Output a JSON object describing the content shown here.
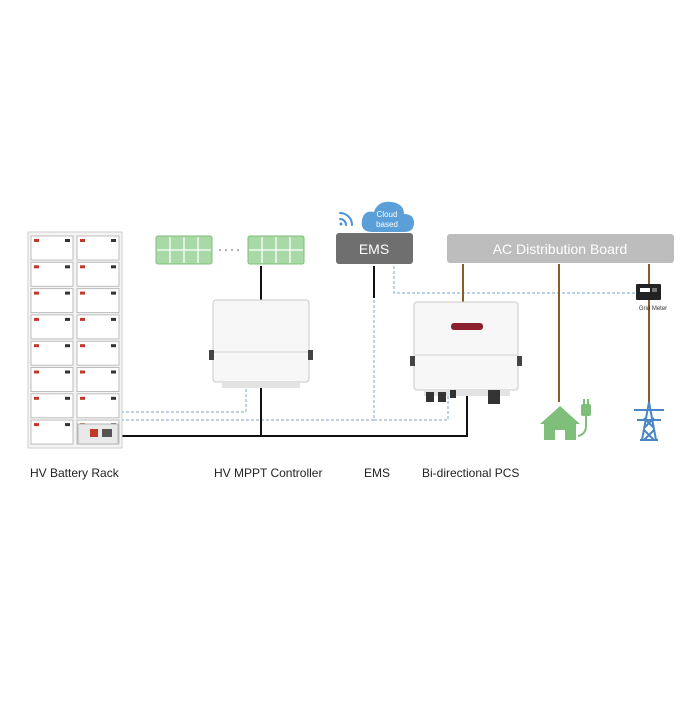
{
  "cloud": {
    "line1": "Cloud",
    "line2": "based"
  },
  "ems_box": {
    "label": "EMS"
  },
  "ac_board": {
    "label": "AC Distribution Board"
  },
  "grid_meter": {
    "label": "Grid Meter"
  },
  "captions": {
    "battery_rack": "HV Battery Rack",
    "mppt": "HV MPPT Controller",
    "ems": "EMS",
    "pcs": "Bi-directional PCS"
  },
  "colors": {
    "solar_panel": "#a9d9a6",
    "ems_box": "#6f6f6f",
    "ac_board": "#bdbdbd",
    "cloud": "#5a9fd8",
    "wifi": "#4a90d9",
    "house": "#7fbf7b",
    "tower": "#4a86c5",
    "ac_wire": "#8b5a2b",
    "dc_wire": "#111111",
    "comm_line": "#7fa3cf"
  },
  "icons": [
    "wifi-icon",
    "cloud-icon",
    "house-plug-icon",
    "transmission-tower-icon",
    "meter-icon",
    "solar-panel-icon"
  ]
}
